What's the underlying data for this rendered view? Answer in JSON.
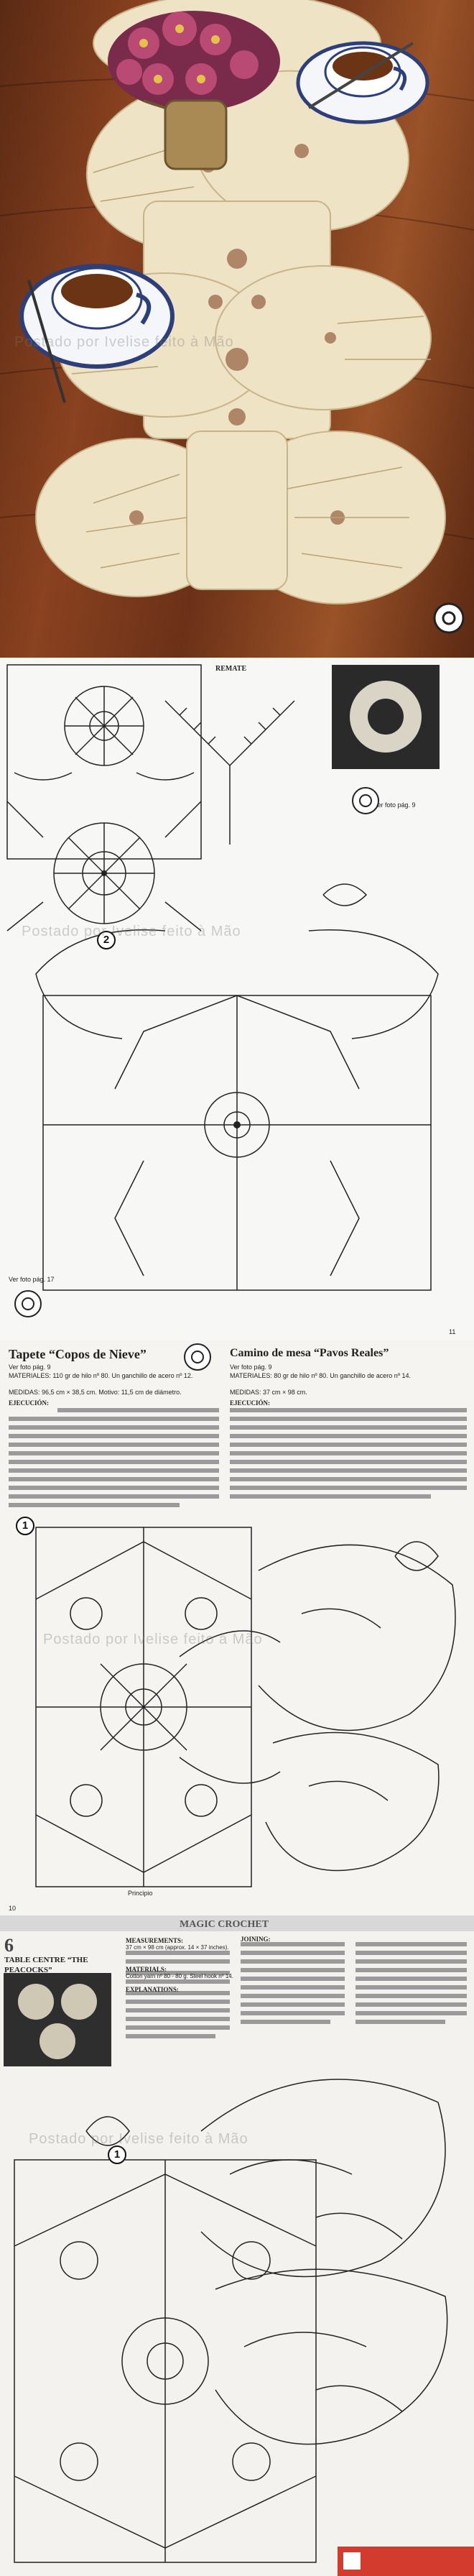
{
  "watermark": "Postado por Ivelise feito à Mão",
  "page2": {
    "label_remate": "REMATE",
    "ver_foto_1": "Ver foto pág. 9",
    "ver_foto_2": "Ver foto pág. 17",
    "diagram_number": "2",
    "page_number": "11"
  },
  "page3": {
    "title_left": "Tapete “Copos de Nieve”",
    "title_right": "Camino de mesa “Pavos Reales”",
    "ver_foto_left": "Ver foto pág. 9",
    "ver_foto_right": "Ver foto pág. 9",
    "materiales_left": "MATERIALES: 110 gr de hilo nº 80. Un ganchillo de acero nº 12.",
    "medidas_left": "MEDIDAS: 96,5 cm × 38,5 cm. Motivo: 11,5 cm de diámetro.",
    "materiales_right": "MATERIALES: 80 gr de hilo nº 80. Un ganchillo de acero nº 14.",
    "medidas_right": "MEDIDAS: 37 cm × 98 cm.",
    "ejecucion_label": "EJECUCIÓN:",
    "diagram_number": "1",
    "page_number": "10",
    "label_principio": "Principio"
  },
  "page4": {
    "header": "MAGIC CROCHET",
    "section_number": "6",
    "title": "TABLE CENTRE “THE PEACOCKS”",
    "measurements_label": "MEASUREMENTS:",
    "measurements_value": "37 cm × 98 cm (approx. 14 × 37 inches).",
    "materials_label": "MATERIALS:",
    "materials_value": "Cotton yarn nº 80 - 80 g. Steel hook nº 14.",
    "explanations_label": "EXPLANATIONS:",
    "joining_label": "JOINING:",
    "diagram_number": "1"
  }
}
